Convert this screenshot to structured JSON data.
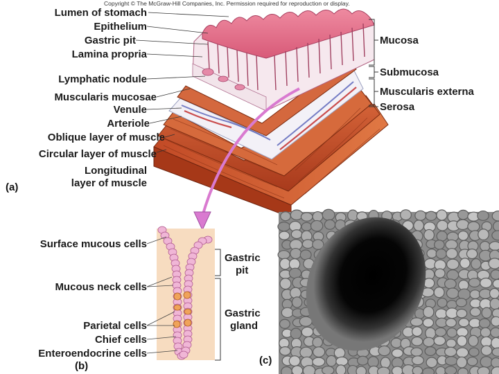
{
  "copyright": "Copyright © The McGraw-Hill Companies, Inc. Permission required for reproduction or display.",
  "panel_a": {
    "tag": "(a)",
    "left_labels": [
      "Lumen of stomach",
      "Epithelium",
      "Gastric pit",
      "Lamina propria",
      "Lymphatic nodule",
      "Muscularis mucosae",
      "Venule",
      "Arteriole",
      "Oblique layer of muscle",
      "Circular layer of muscle",
      "Longitudinal",
      "layer of muscle"
    ],
    "right_labels": [
      "Mucosa",
      "Submucosa",
      "Muscularis externa",
      "Serosa"
    ]
  },
  "panel_b": {
    "tag": "(b)",
    "left_labels": [
      "Surface mucous cells",
      "Mucous neck cells",
      "Parietal cells",
      "Chief cells",
      "Enteroendocrine cells"
    ],
    "right_labels": {
      "pit_1": "Gastric",
      "pit_2": "pit",
      "gland_1": "Gastric",
      "gland_2": "gland"
    }
  },
  "panel_c": {
    "tag": "(c)"
  },
  "colors": {
    "mucosa": "#e8738a",
    "submucosa": "#f2f0f6",
    "muscle": "#c8502a",
    "gland_bg": "#f7dcc0",
    "arrow": "#d97ad0"
  }
}
